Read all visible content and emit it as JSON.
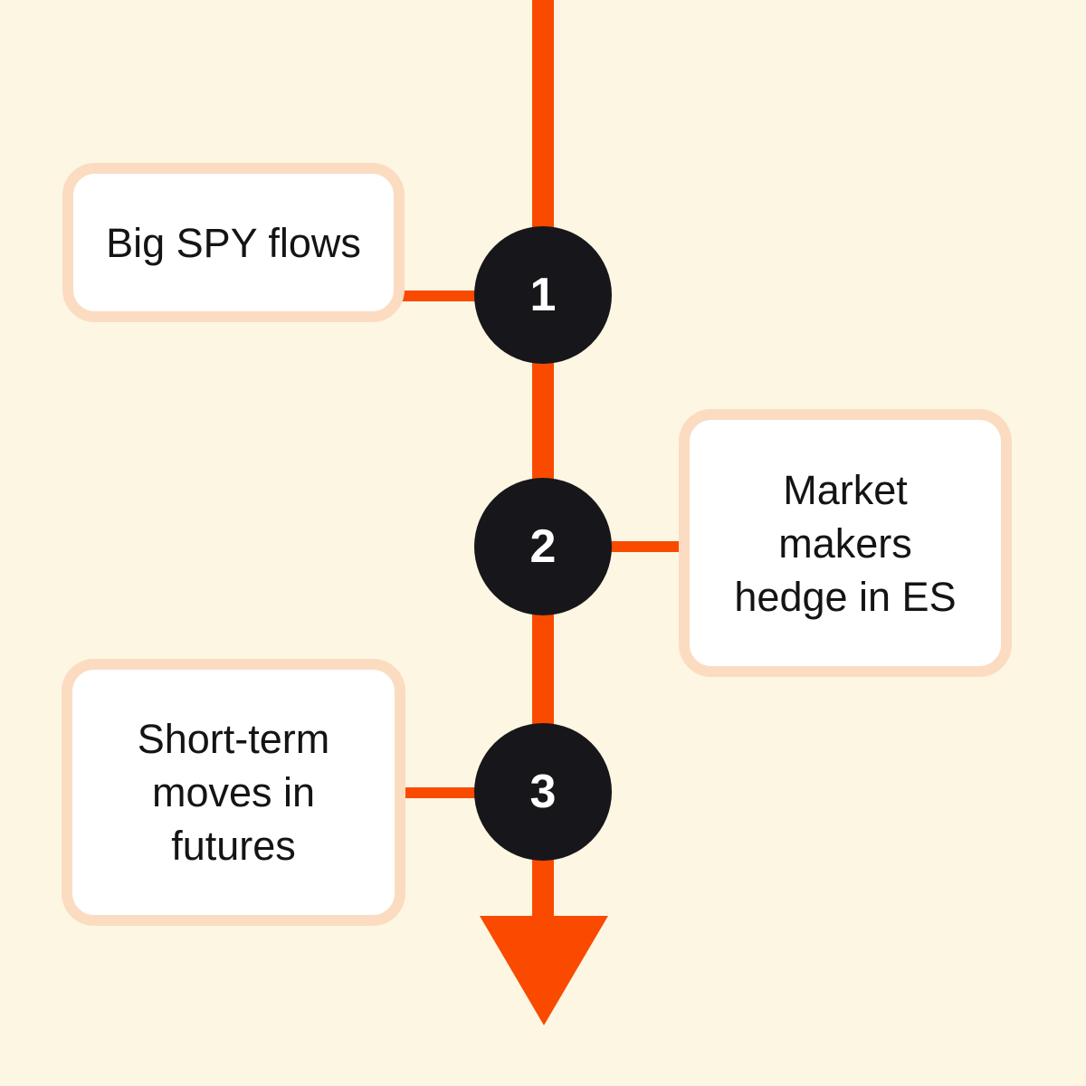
{
  "theme": {
    "background": "#FDF6E3",
    "accent": "#FA4A00",
    "node-fill": "#17171B",
    "node-number-color": "#FFFFFF",
    "card-border": "#FBDCC1",
    "card-fill": "#FFFFFF",
    "card-text": "#141416"
  },
  "diagram": {
    "type": "vertical-step-flow",
    "direction": "top-to-bottom",
    "steps": [
      {
        "number": "1",
        "label": "Big SPY flows",
        "side": "left"
      },
      {
        "number": "2",
        "label": "Market\nmakers\nhedge in ES",
        "side": "right"
      },
      {
        "number": "3",
        "label": "Short-term\nmoves in\nfutures",
        "side": "left"
      }
    ]
  }
}
